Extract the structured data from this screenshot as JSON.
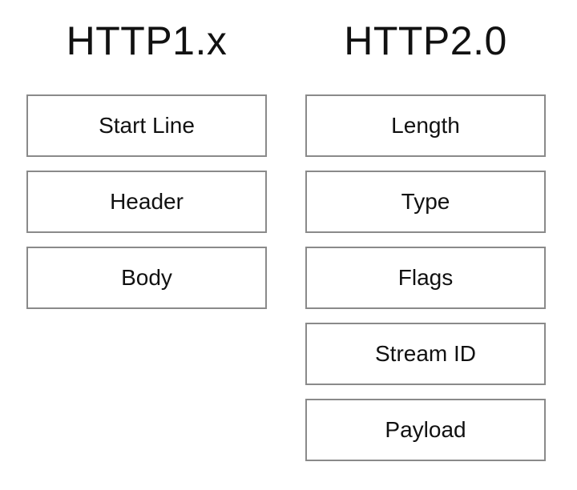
{
  "http1": {
    "title": "HTTP1.x",
    "fields": [
      "Start Line",
      "Header",
      "Body"
    ]
  },
  "http2": {
    "title": "HTTP2.0",
    "fields": [
      "Length",
      "Type",
      "Flags",
      "Stream ID",
      "Payload"
    ]
  },
  "colors": {
    "border": "#8a8a8a",
    "text": "#111111",
    "background": "#ffffff"
  }
}
